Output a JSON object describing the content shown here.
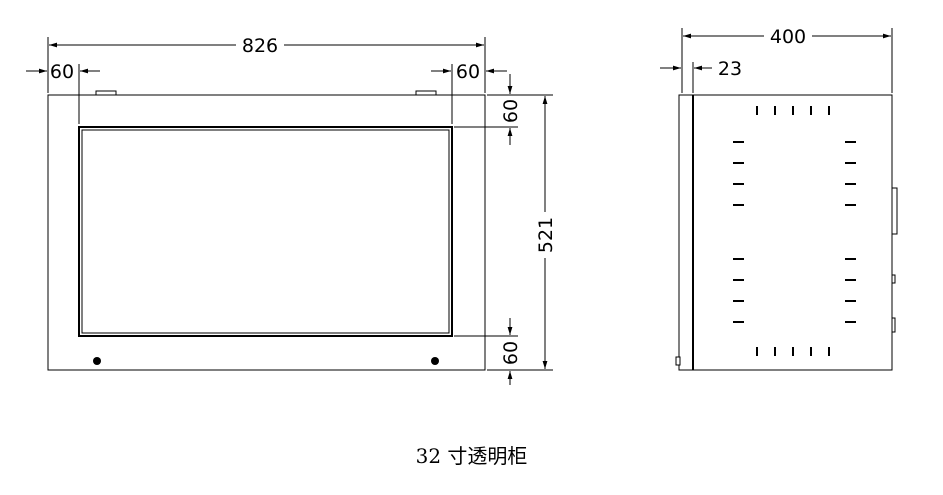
{
  "front_view": {
    "width_label": "826",
    "left_margin_label": "60",
    "right_margin_label": "60",
    "top_margin_label": "60",
    "bottom_margin_label": "60",
    "height_label": "521"
  },
  "side_view": {
    "depth_label": "400",
    "door_thickness_label": "23"
  },
  "caption": "32 寸透明柜"
}
